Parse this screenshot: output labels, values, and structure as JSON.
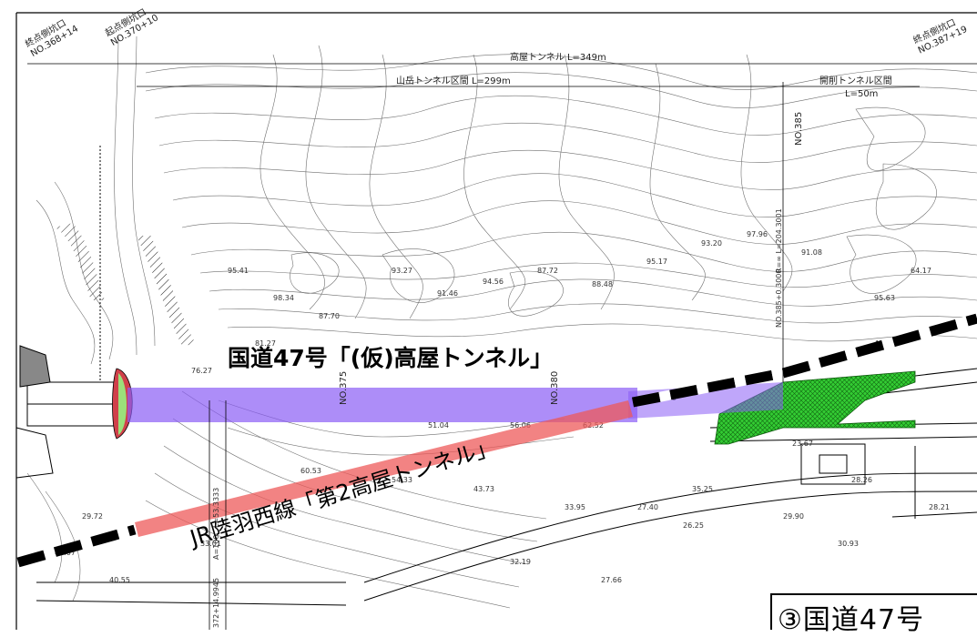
{
  "map": {
    "labels": {
      "portal_start_left": "終点側坑口",
      "portal_start_left_no": "NO.368+14",
      "portal_start": "起点側坑口",
      "portal_start_no": "NO.370+10",
      "portal_end": "終点側坑口",
      "portal_end_no": "NO.387+19",
      "tunnel_total": "高屋トンネル L=349m",
      "mountain_section": "山岳トンネル区間 L=299m",
      "cut_section": "開削トンネル区間",
      "cut_section_length": "L=50m",
      "station_375": "NO.375",
      "station_380": "NO.380",
      "station_385": "NO.385",
      "curve_left": "372+14.9945",
      "curve_left_a": "A=100",
      "curve_left_r": "L=53.3333",
      "curve_right": "NO.385+0.3000",
      "curve_right_r": "R=∞ L=204.3001",
      "route47_tunnel": "国道47号「(仮)高屋トンネル」",
      "jr_tunnel": "JR陸羽西線「第2高屋トンネル」",
      "legend_title": "③国道47号"
    },
    "colors": {
      "road_tunnel": "#8a5cf5",
      "jr_tunnel": "#ee5a5a",
      "green_area": "#33cc33",
      "portal_green": "#9be07a",
      "portal_red": "#d0404a"
    }
  }
}
